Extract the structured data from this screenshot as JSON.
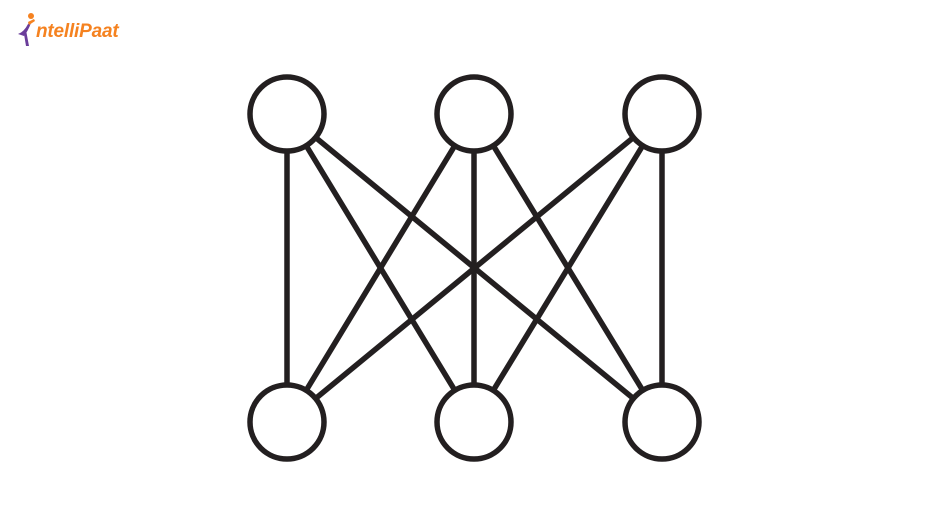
{
  "logo": {
    "text": "ntelliPaat",
    "icon": "intellipaat-figure-icon",
    "colors": {
      "text": "#f58220",
      "figure_body": "#6a3d9a",
      "figure_head": "#f58220"
    }
  },
  "diagram": {
    "type": "complete-bipartite-graph",
    "stroke_color": "#231f20",
    "fill_color": "#ffffff",
    "top_nodes": [
      "t1",
      "t2",
      "t3"
    ],
    "bottom_nodes": [
      "b1",
      "b2",
      "b3"
    ],
    "edges": [
      [
        "t1",
        "b1"
      ],
      [
        "t1",
        "b2"
      ],
      [
        "t1",
        "b3"
      ],
      [
        "t2",
        "b1"
      ],
      [
        "t2",
        "b2"
      ],
      [
        "t2",
        "b3"
      ],
      [
        "t3",
        "b1"
      ],
      [
        "t3",
        "b2"
      ],
      [
        "t3",
        "b3"
      ]
    ]
  }
}
